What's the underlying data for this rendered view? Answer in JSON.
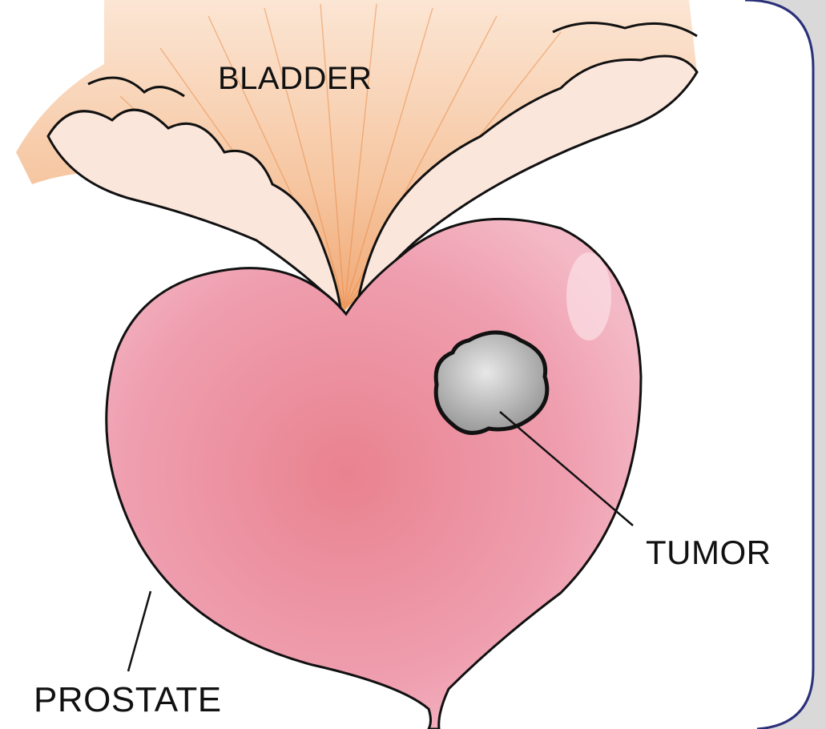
{
  "labels": {
    "bladder": "BLADDER",
    "tumor": "TUMOR",
    "prostate": "PROSTATE"
  },
  "colors": {
    "background": "#d9d9d9",
    "card": "#ffffff",
    "card_border": "#2a2f7a",
    "bladder_fill": "#f2b48a",
    "prostate_fill": "#ec9aa6",
    "tumor_fill": "#b9b9b9",
    "outline": "#111111"
  }
}
